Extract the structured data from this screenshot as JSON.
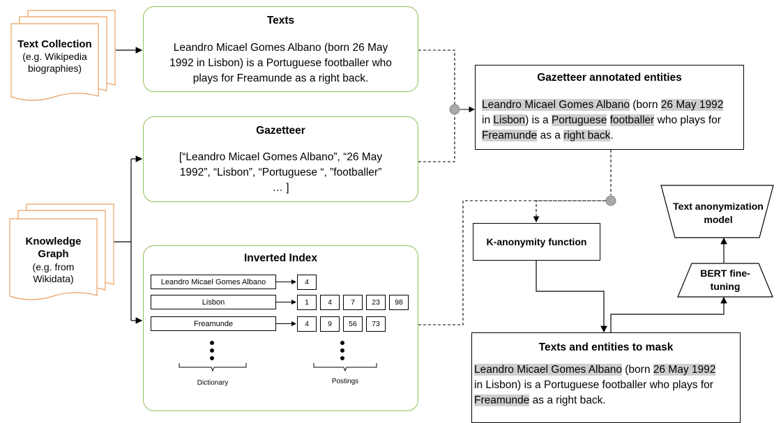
{
  "text_collection": {
    "title": "Text Collection",
    "subtitle": "(e.g. Wikipedia biographies)",
    "subtitle_lines": [
      "(e.g. Wikipedia",
      "biographies)"
    ]
  },
  "knowledge_graph": {
    "title_lines": [
      "Knowledge",
      "Graph"
    ],
    "subtitle_lines": [
      "(e.g. from",
      "Wikidata)"
    ]
  },
  "texts_box": {
    "title": "Texts",
    "lines": [
      "Leandro Micael Gomes Albano (born 26 May",
      "1992 in Lisbon) is a Portuguese footballer who",
      "plays for Freamunde as a right back."
    ]
  },
  "gazetteer_box": {
    "title": "Gazetteer",
    "lines": [
      "[“Leandro Micael Gomes Albano”, “26 May",
      "1992”, “Lisbon”, “Portuguese “,  ”footballer”",
      "… ]"
    ]
  },
  "inverted_index": {
    "title": "Inverted Index",
    "terms": [
      {
        "term": "Leandro Micael Gomes Albano",
        "postings": [
          "4"
        ]
      },
      {
        "term": "Lisbon",
        "postings": [
          "1",
          "4",
          "7",
          "23",
          "98"
        ]
      },
      {
        "term": "Freamunde",
        "postings": [
          "4",
          "9",
          "56",
          "73"
        ]
      }
    ],
    "dictionary_label": "Dictionary",
    "postings_label": "Postings"
  },
  "gazetteer_annotated": {
    "title": "Gazetteer annotated entities",
    "lines": [
      [
        {
          "t": "Leandro Micael Gomes Albano",
          "hl": true
        },
        {
          "t": " (born ",
          "hl": false
        },
        {
          "t": "26 May 1992",
          "hl": true
        }
      ],
      [
        {
          "t": "in ",
          "hl": false
        },
        {
          "t": "Lisbon",
          "hl": true
        },
        {
          "t": ") is a ",
          "hl": false
        },
        {
          "t": "Portuguese",
          "hl": true
        },
        {
          "t": " ",
          "hl": false
        },
        {
          "t": "footballer",
          "hl": true
        },
        {
          "t": " who plays for",
          "hl": false
        }
      ],
      [
        {
          "t": "Freamunde",
          "hl": true
        },
        {
          "t": " as a ",
          "hl": false
        },
        {
          "t": "right back",
          "hl": true
        },
        {
          "t": ".",
          "hl": false
        }
      ]
    ]
  },
  "k_anonymity": {
    "label": "K-anonymity function"
  },
  "texts_to_mask": {
    "title": "Texts and entities to mask",
    "lines": [
      [
        {
          "t": "Leandro Micael Gomes Albano",
          "hl": true
        },
        {
          "t": " (born ",
          "hl": false
        },
        {
          "t": "26 May 1992",
          "hl": true
        }
      ],
      [
        {
          "t": "in Lisbon) is a Portuguese footballer who plays for",
          "hl": false
        }
      ],
      [
        {
          "t": "Freamunde",
          "hl": true
        },
        {
          "t": " as a right back.",
          "hl": false
        }
      ]
    ]
  },
  "bert": {
    "lines": [
      "BERT fine-",
      "tuning"
    ]
  },
  "anonymization_model": {
    "lines": [
      "Text anonymization",
      "model"
    ]
  },
  "colors": {
    "green_border": "#8fbf5a",
    "highlight": "#cfcfcf",
    "stack_border": "#e8a060"
  }
}
